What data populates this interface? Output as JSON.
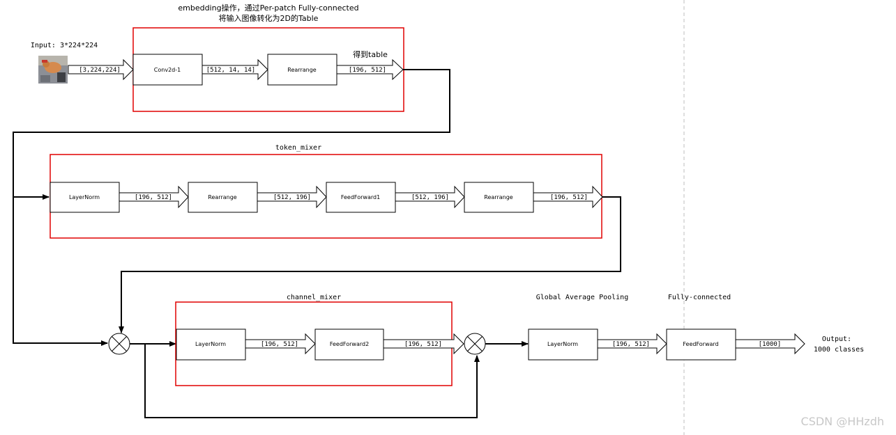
{
  "labels": {
    "embedding_caption": "embedding操作，通过Per-patch Fully-connected",
    "embedding_caption2": "将输入图像转化为2D的Table",
    "input_label": "Input: 3*224*224",
    "get_table": "得到table",
    "token_mixer": "token_mixer",
    "channel_mixer": "channel_mixer",
    "gap": "Global Average Pooling",
    "fc": "Fully-connected",
    "output_line1": "Output:",
    "output_line2": "1000 classes",
    "watermark": "CSDN @HHzdh"
  },
  "embedding": {
    "boxes": [
      "Conv2d-1",
      "Rearrange"
    ],
    "shapes": [
      "[3,224,224]",
      "[512, 14, 14]",
      "[196, 512]"
    ]
  },
  "token_mixer": {
    "boxes": [
      "LayerNorm",
      "Rearrange",
      "FeedForward1",
      "Rearrange"
    ],
    "shapes": [
      "[196, 512]",
      "[512, 196]",
      "[512, 196]",
      "[196, 512]"
    ]
  },
  "channel_mixer": {
    "boxes": [
      "LayerNorm",
      "FeedForward2"
    ],
    "shapes": [
      "[196, 512]",
      "[196, 512]"
    ]
  },
  "head": {
    "boxes": [
      "LayerNorm",
      "FeedForward"
    ],
    "shapes": [
      "[196, 512]",
      "[1000]"
    ]
  },
  "colors": {
    "group_border": "#e00000",
    "line": "#000000",
    "divider": "#bdbdbd"
  },
  "icons": [
    "cat-thumbnail",
    "add-operator-icon",
    "add-operator-icon"
  ]
}
